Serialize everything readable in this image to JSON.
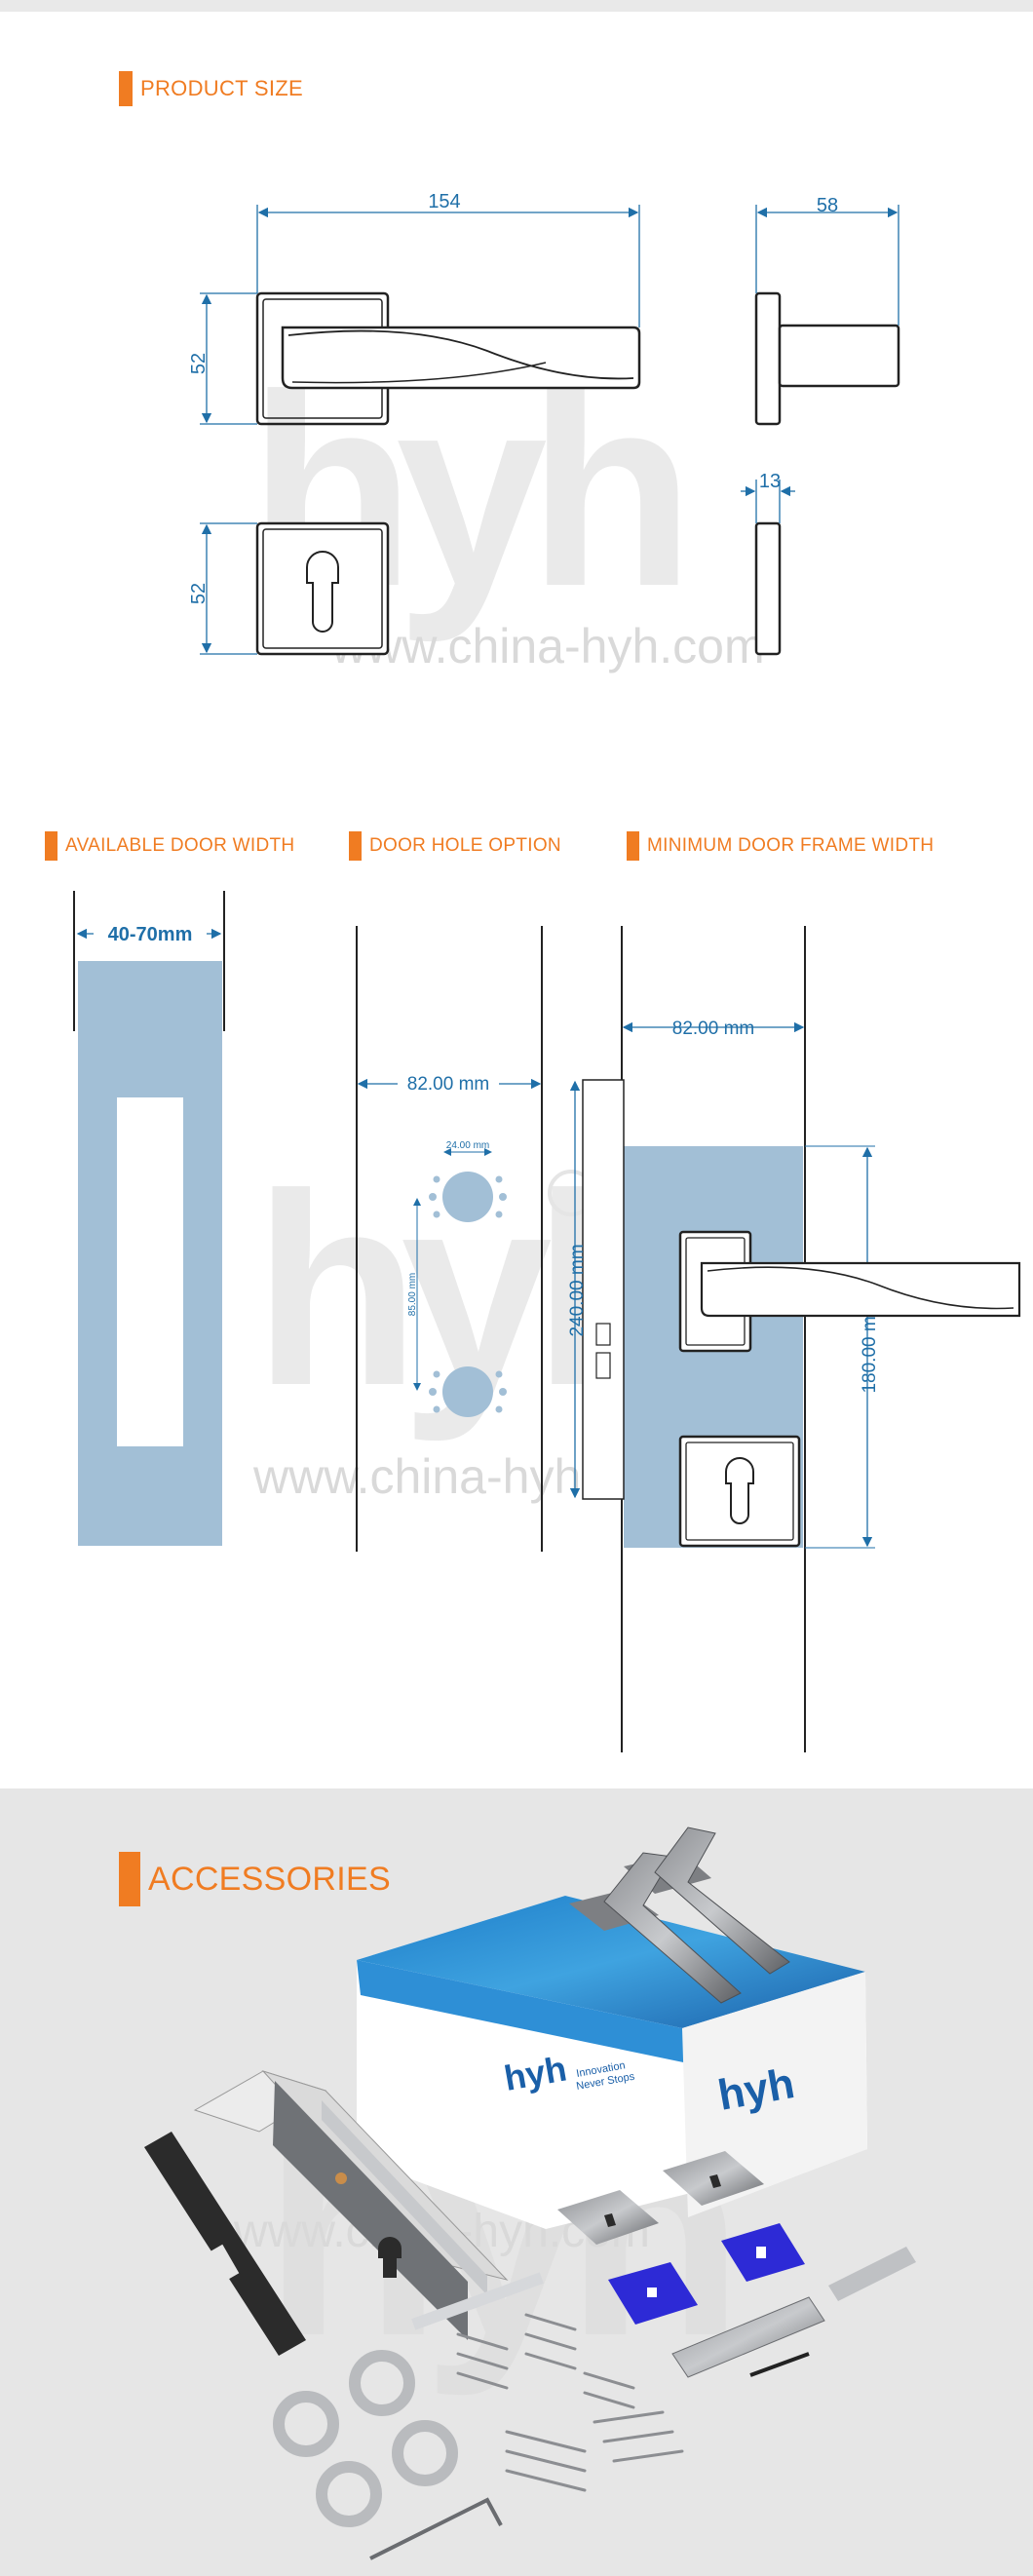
{
  "sections": {
    "product_size": "PRODUCT SIZE",
    "available_door_width": "AVAILABLE DOOR WIDTH",
    "door_hole_option": "DOOR HOLE OPTION",
    "minimum_door_frame_width": "MINIMUM DOOR FRAME WIDTH",
    "accessories": "ACCESSORIES"
  },
  "product_size": {
    "handle_length": "154",
    "handle_projection": "58",
    "rose_height": "52",
    "escutcheon_height": "52",
    "escutcheon_thickness": "13"
  },
  "door_width": {
    "range": "40-70mm"
  },
  "door_hole": {
    "distance": "82.00 mm",
    "hole_diameter": "24.00 mm",
    "hole_spacing": "85.00 mm"
  },
  "door_frame": {
    "width": "82.00 mm",
    "lock_height": "240.00 mm",
    "plate_height": "180.00 mm"
  },
  "watermark": {
    "brand": "hyh",
    "site": "www.china-hyh.com"
  },
  "box": {
    "brand": "hyh",
    "tagline_1": "Innovation",
    "tagline_2": "Never Stops"
  },
  "colors": {
    "accent": "#f07c22",
    "dimension": "#1f6fa8",
    "door_fill": "#a2bfd6"
  }
}
